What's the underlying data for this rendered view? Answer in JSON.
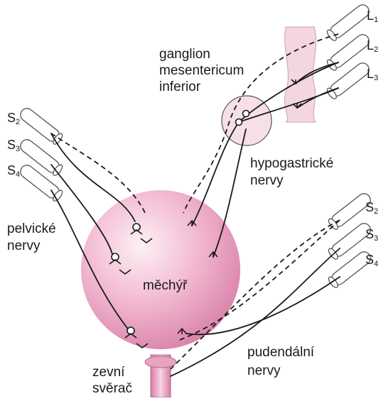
{
  "labels": {
    "ganglion_line1": "ganglion",
    "ganglion_line2": "mesentericum",
    "ganglion_line3": "inferior",
    "hypogastric_line1": "hypogastrické",
    "hypogastric_line2": "nervy",
    "pelvic_line1": "pelvické",
    "pelvic_line2": "nervy",
    "bladder": "měchýř",
    "pudendal_line1": "pudendální",
    "pudendal_line2": "nervy",
    "sphincter_line1": "zevní",
    "sphincter_line2": "svěrač"
  },
  "roots_lumbar": [
    {
      "letter": "L",
      "num": "1"
    },
    {
      "letter": "L",
      "num": "2"
    },
    {
      "letter": "L",
      "num": "3"
    }
  ],
  "roots_sacral_left": [
    {
      "letter": "S",
      "num": "2"
    },
    {
      "letter": "S",
      "num": "3"
    },
    {
      "letter": "S",
      "num": "4"
    }
  ],
  "roots_sacral_right": [
    {
      "letter": "S",
      "num": "2"
    },
    {
      "letter": "S",
      "num": "3"
    },
    {
      "letter": "S",
      "num": "4"
    }
  ],
  "colors": {
    "bladder": "#e9a6c4",
    "bladder_highlight": "#fbeaf1",
    "ganglion_area": "#f6dfe7",
    "ink": "#1a1a1a"
  }
}
